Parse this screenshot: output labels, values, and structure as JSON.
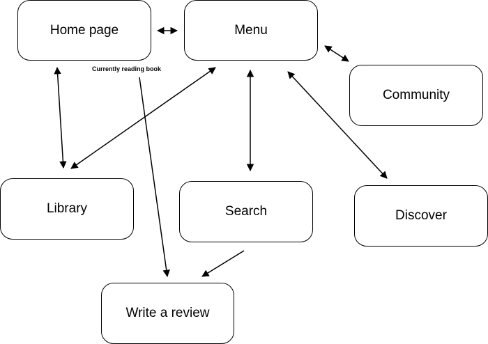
{
  "nodes": {
    "home": "Home page",
    "menu": "Menu",
    "community": "Community",
    "library": "Library",
    "search": "Search",
    "discover": "Discover",
    "review": "Write a review"
  },
  "edges": [
    {
      "from": "home",
      "to": "menu",
      "direction": "both"
    },
    {
      "from": "menu",
      "to": "community",
      "direction": "both"
    },
    {
      "from": "home",
      "to": "library",
      "direction": "both"
    },
    {
      "from": "menu",
      "to": "library",
      "direction": "both"
    },
    {
      "from": "menu",
      "to": "search",
      "direction": "both"
    },
    {
      "from": "menu",
      "to": "discover",
      "direction": "both"
    },
    {
      "from": "home",
      "to": "review",
      "direction": "forward",
      "label": "Currently reading book"
    },
    {
      "from": "search",
      "to": "review",
      "direction": "forward"
    }
  ],
  "colors": {
    "stroke": "#000000",
    "background": "#ffffff"
  }
}
